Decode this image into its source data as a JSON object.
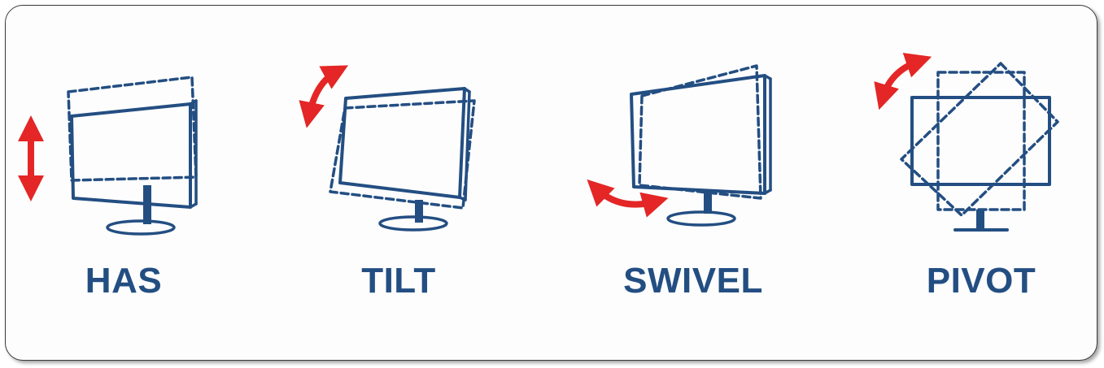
{
  "colors": {
    "monitor": "#234e82",
    "arrow": "#e42626",
    "border": "#3a3a3a"
  },
  "features": [
    {
      "label": "HAS",
      "icon": "height-adjust-monitor-icon"
    },
    {
      "label": "TILT",
      "icon": "tilt-monitor-icon"
    },
    {
      "label": "SWIVEL",
      "icon": "swivel-monitor-icon"
    },
    {
      "label": "PIVOT",
      "icon": "pivot-monitor-icon"
    }
  ]
}
